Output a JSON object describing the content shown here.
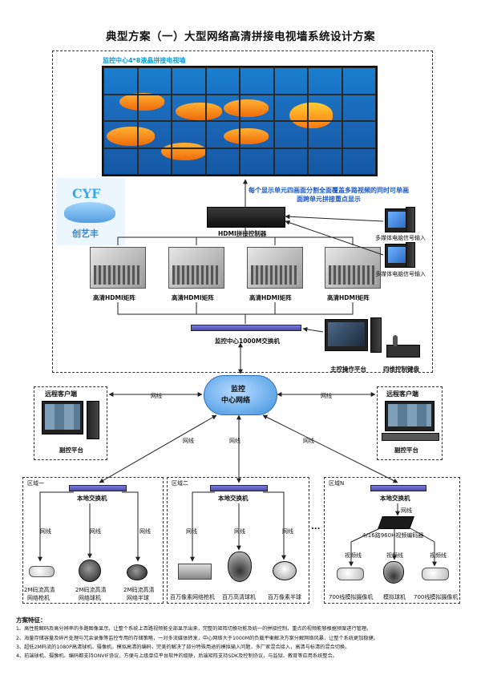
{
  "title": "典型方案（一）大型网络高清拼接电视墙系统设计方案",
  "monitor_center": {
    "wall_label": "监控中心4*8液晶拼接电视墙",
    "note": "每个显示单元四画面分割全面覆盖多路视频的同时可单画面跨单元拼接重点显示",
    "controller": "HDMI拼接控制器",
    "matrices": [
      "高清HDMI矩阵",
      "高清HDMI矩阵",
      "高清HDMI矩阵",
      "高清HDMI矩阵"
    ],
    "pc_inputs": [
      "多媒体电脑信号输入",
      "多媒体电脑信号输入"
    ],
    "switch": "监控中心1000M交换机",
    "console": "主控操作平台",
    "keyboard": "四维控制键盘"
  },
  "logo": {
    "brand": "CYF",
    "name": "创艺丰"
  },
  "network": {
    "cloud": [
      "监控",
      "中心网络"
    ],
    "link": "网线",
    "remote_left": {
      "title": "远程客户端",
      "label": "副控平台"
    },
    "remote_right": {
      "title": "远程客户端",
      "label": "副控平台"
    }
  },
  "areas": {
    "area1": {
      "title": "区域一",
      "switch": "本地交换机",
      "link": "网线",
      "devices": [
        {
          "label": [
            "2M码流高清",
            "网络枪机"
          ]
        },
        {
          "label": [
            "2M码流高清",
            "网络球机"
          ]
        },
        {
          "label": [
            "2M码流高清",
            "网络半球"
          ]
        }
      ]
    },
    "area2": {
      "title": "区域二",
      "switch": "本地交换机",
      "link": "网线",
      "devices": [
        {
          "label": [
            "百万像素网络枪机"
          ]
        },
        {
          "label": [
            "百万高清球机"
          ]
        },
        {
          "label": [
            "百万像素半球"
          ]
        }
      ]
    },
    "ellipsis": "...",
    "areaN": {
      "title": "区域N",
      "switch": "本地交换机",
      "link": "网线",
      "encoder": "4/16路960H视频编码器",
      "video_line": "视频线",
      "devices": [
        {
          "label": [
            "700线模拟摄像机"
          ]
        },
        {
          "label": [
            "模拟球机"
          ]
        },
        {
          "label": [
            "700线模拟摄像机"
          ]
        }
      ]
    }
  },
  "features": {
    "heading": "方案特征：",
    "items": [
      "1、高性能解码及高分辨率的多路图像显示，让整个系统上百路视频能全部显示出来，完整的矩阵切换功能及统一的拼接控制，重点的视频能够根据预案进行管理。",
      "2、海量存储容量及碎片处理与冗余录像等监控专用的存储策略，一对多流媒体转发，中心网络大于1000M的负载平衡解决方案分解网络风暴，让整个系统更加稳健。",
      "3、超低2M码流的1080P高清球机、摄像机，模拟高清的编码，完美的解决了部分特殊用途的模拟输入问题，多厂家混合接入，高清与标清的混合切换。",
      "4、前端球机、摄像机、编码都支持ONVIF协议，方便与上级单位平台软件的级联，后端矩阵支持SDK及控制协议，与监狱、教育等应用系统整合。"
    ]
  }
}
